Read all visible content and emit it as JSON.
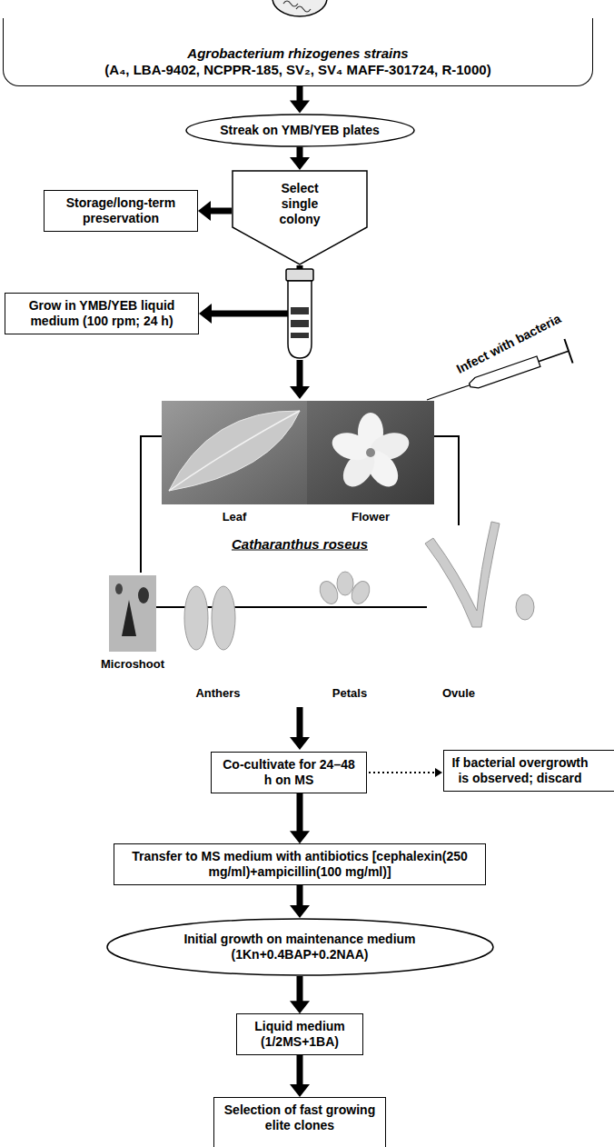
{
  "diagram": {
    "nodes": [
      {
        "text": [
          "Agrobacterium rhizogenes strains",
          "(A₄, LBA-9402, NCPPR-185, SV₂, SV₄ MAFF-301724, R-1000)"
        ]
      },
      {
        "text": [
          "Streak on YMB/YEB plates"
        ]
      },
      {
        "text": [
          "Select single colony"
        ]
      },
      {
        "text": [
          "Storage/long-term preservation"
        ]
      },
      {
        "text": [
          "Grow in YMB/YEB liquid medium (100 rpm; 24 h)"
        ]
      },
      {
        "text": [
          "Co-cultivate for 24–48 h on MS"
        ]
      },
      {
        "text": [
          "If bacterial overgrowth is observed; discard"
        ]
      },
      {
        "text": [
          "Transfer to MS medium with antibiotics [cephalexin(250 mg/ml)+ampicillin(100 mg/ml)]"
        ]
      },
      {
        "text": [
          "Initial growth on maintenance medium (1Kn+0.4BAP+0.2NAA)"
        ]
      },
      {
        "text": [
          "Liquid medium (1/2MS+1BA)"
        ]
      },
      {
        "text": [
          "Selection of fast growing elite clones"
        ]
      }
    ],
    "edges": [
      {
        "from": 0,
        "to": 1,
        "arrow": "to"
      },
      {
        "from": 1,
        "to": 2,
        "arrow": "to"
      },
      {
        "from": 2,
        "to": 3,
        "arrow": "to"
      },
      {
        "from": 2,
        "to": 4,
        "arrow": "to"
      },
      {
        "from": 5,
        "to": 6,
        "arrow": "to"
      },
      {
        "from": 5,
        "to": 7,
        "arrow": "to"
      },
      {
        "from": 7,
        "to": 8,
        "arrow": "to"
      },
      {
        "from": 8,
        "to": 9,
        "arrow": "to"
      },
      {
        "from": 9,
        "to": 10,
        "arrow": "to"
      }
    ],
    "labels": [
      "Infect with bacteria",
      "Leaf",
      "Flower",
      "Catharanthus roseus",
      "Microshoot",
      "Anthers",
      "Petals",
      "Ovule"
    ]
  }
}
